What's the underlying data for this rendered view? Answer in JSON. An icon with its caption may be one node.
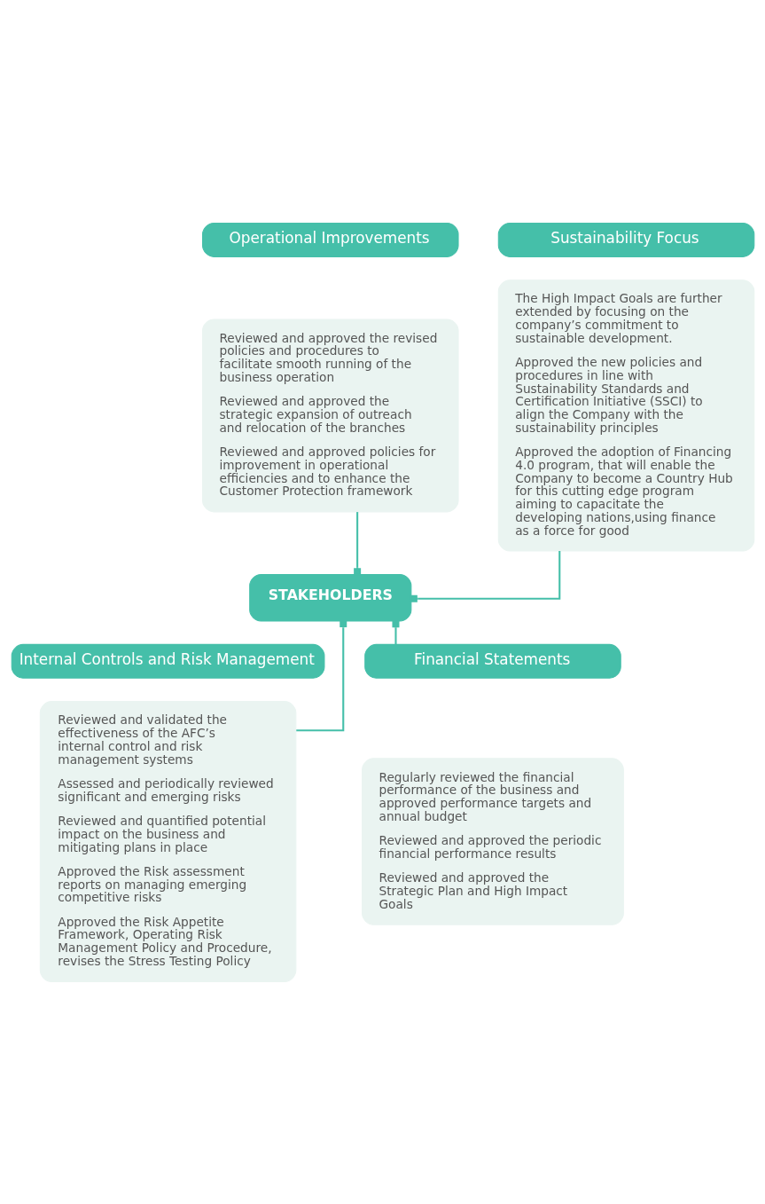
{
  "diagram": {
    "nodes": [
      {
        "text": [
          "Operational Improvements"
        ]
      },
      {
        "text": [
          "Reviewed and approved the revised policies and procedures to facilitate smooth running of the business operation",
          "Reviewed and approved the strategic expansion of outreach and relocation of the branches",
          "Reviewed and approved policies for improvement in operational efficiencies and to enhance the Customer Protection framework"
        ]
      },
      {
        "text": [
          "Sustainability Focus"
        ]
      },
      {
        "text": [
          "The High Impact Goals are further extended by focusing on the company’s commitment to sustainable development.",
          "Approved the new policies and procedures in line with Sustainability Standards and Certification Initiative (SSCI) to align the Company with the sustainability principles",
          "Approved the adoption of Financing 4.0 program, that will enable the Company to become a Country Hub for this cutting edge program aiming to capacitate the developing nations,using finance as a force for good"
        ]
      },
      {
        "text": [
          "STAKEHOLDERS"
        ]
      },
      {
        "text": [
          "Financial Statements"
        ]
      },
      {
        "text": [
          "Regularly reviewed the financial performance of the business and approved performance targets and annual budget",
          "Reviewed and approved the periodic financial performance results",
          "Reviewed and approved the Strategic Plan and High Impact Goals"
        ]
      },
      {
        "text": [
          "Internal Controls and Risk Management"
        ]
      },
      {
        "text": [
          "Reviewed and validated the effectiveness of the AFC’s internal control and risk management systems",
          "Assessed and periodically reviewed significant and emerging risks",
          "Reviewed and quantified potential impact on the business and mitigating plans in place",
          "Approved the Risk assessment reports on managing emerging competitive risks",
          "Approved the Risk Appetite Framework, Operating Risk Management Policy and Procedure, revises the Stress Testing Policy"
        ]
      }
    ],
    "edges": [
      {
        "from": 1,
        "to": 4,
        "arrow": "other"
      },
      {
        "from": 3,
        "to": 4,
        "arrow": "other"
      },
      {
        "from": 5,
        "to": 4,
        "arrow": "other"
      },
      {
        "from": 8,
        "to": 4,
        "arrow": "other"
      }
    ]
  }
}
